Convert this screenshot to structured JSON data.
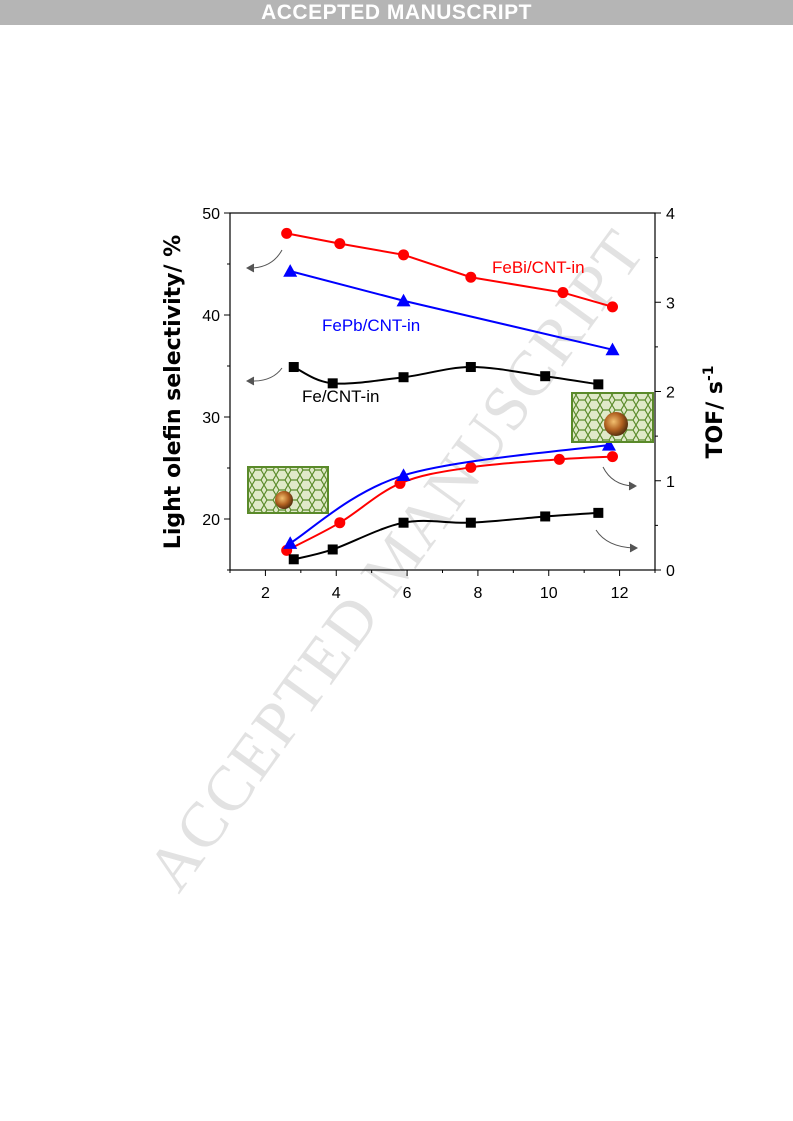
{
  "banner": {
    "text": "ACCEPTED MANUSCRIPT"
  },
  "watermark": {
    "text": "ACCEPTED MANUSCRIPT"
  },
  "chart_data": {
    "type": "line",
    "title": "",
    "xlabel": "",
    "ylabel_left": "Light olefin selectivity/ %",
    "ylabel_right": "TOF/ s",
    "ylabel_right_superscript": "-1",
    "xlim": [
      1,
      13
    ],
    "ylim_left": [
      15,
      50
    ],
    "ylim_right": [
      0,
      4
    ],
    "x_ticks": [
      "2",
      "4",
      "6",
      "8",
      "10",
      "12"
    ],
    "y_left_ticks": [
      "20",
      "30",
      "40",
      "50"
    ],
    "y_right_ticks": [
      "0",
      "1",
      "2",
      "3",
      "4"
    ],
    "grid": false,
    "series": [
      {
        "name": "FeBi/CNT-in",
        "axis": "left",
        "color": "#ff0000",
        "marker": "circle",
        "smooth": false,
        "x": [
          2.6,
          4.1,
          5.9,
          7.8,
          10.4,
          11.8
        ],
        "y": [
          48.0,
          47.0,
          45.9,
          43.7,
          42.2,
          40.8
        ]
      },
      {
        "name": "FePb/CNT-in",
        "axis": "left",
        "color": "#0000ff",
        "marker": "triangle",
        "smooth": false,
        "x": [
          2.7,
          5.9,
          11.8
        ],
        "y": [
          44.3,
          41.4,
          36.6
        ]
      },
      {
        "name": "Fe/CNT-in",
        "axis": "left",
        "color": "#000000",
        "marker": "square",
        "smooth": true,
        "x": [
          2.8,
          3.9,
          5.9,
          7.8,
          9.9,
          11.4
        ],
        "y": [
          34.9,
          33.3,
          33.9,
          34.9,
          34.0,
          33.2
        ]
      },
      {
        "name": "",
        "axis": "right",
        "color": "#ff0000",
        "marker": "circle",
        "smooth": true,
        "x": [
          2.6,
          4.1,
          5.8,
          7.8,
          10.3,
          11.8
        ],
        "y": [
          0.22,
          0.53,
          0.97,
          1.15,
          1.24,
          1.27
        ]
      },
      {
        "name": "",
        "axis": "right",
        "color": "#0000ff",
        "marker": "triangle",
        "smooth": true,
        "x": [
          2.7,
          5.9,
          11.7
        ],
        "y": [
          0.3,
          1.06,
          1.4
        ]
      },
      {
        "name": "",
        "axis": "right",
        "color": "#000000",
        "marker": "square",
        "smooth": true,
        "x": [
          2.8,
          3.9,
          5.9,
          7.8,
          9.9,
          11.4
        ],
        "y": [
          0.12,
          0.23,
          0.53,
          0.53,
          0.6,
          0.64
        ]
      }
    ],
    "series_labels": [
      "FeBi/CNT-in",
      "FePb/CNT-in",
      "Fe/CNT-in"
    ]
  }
}
